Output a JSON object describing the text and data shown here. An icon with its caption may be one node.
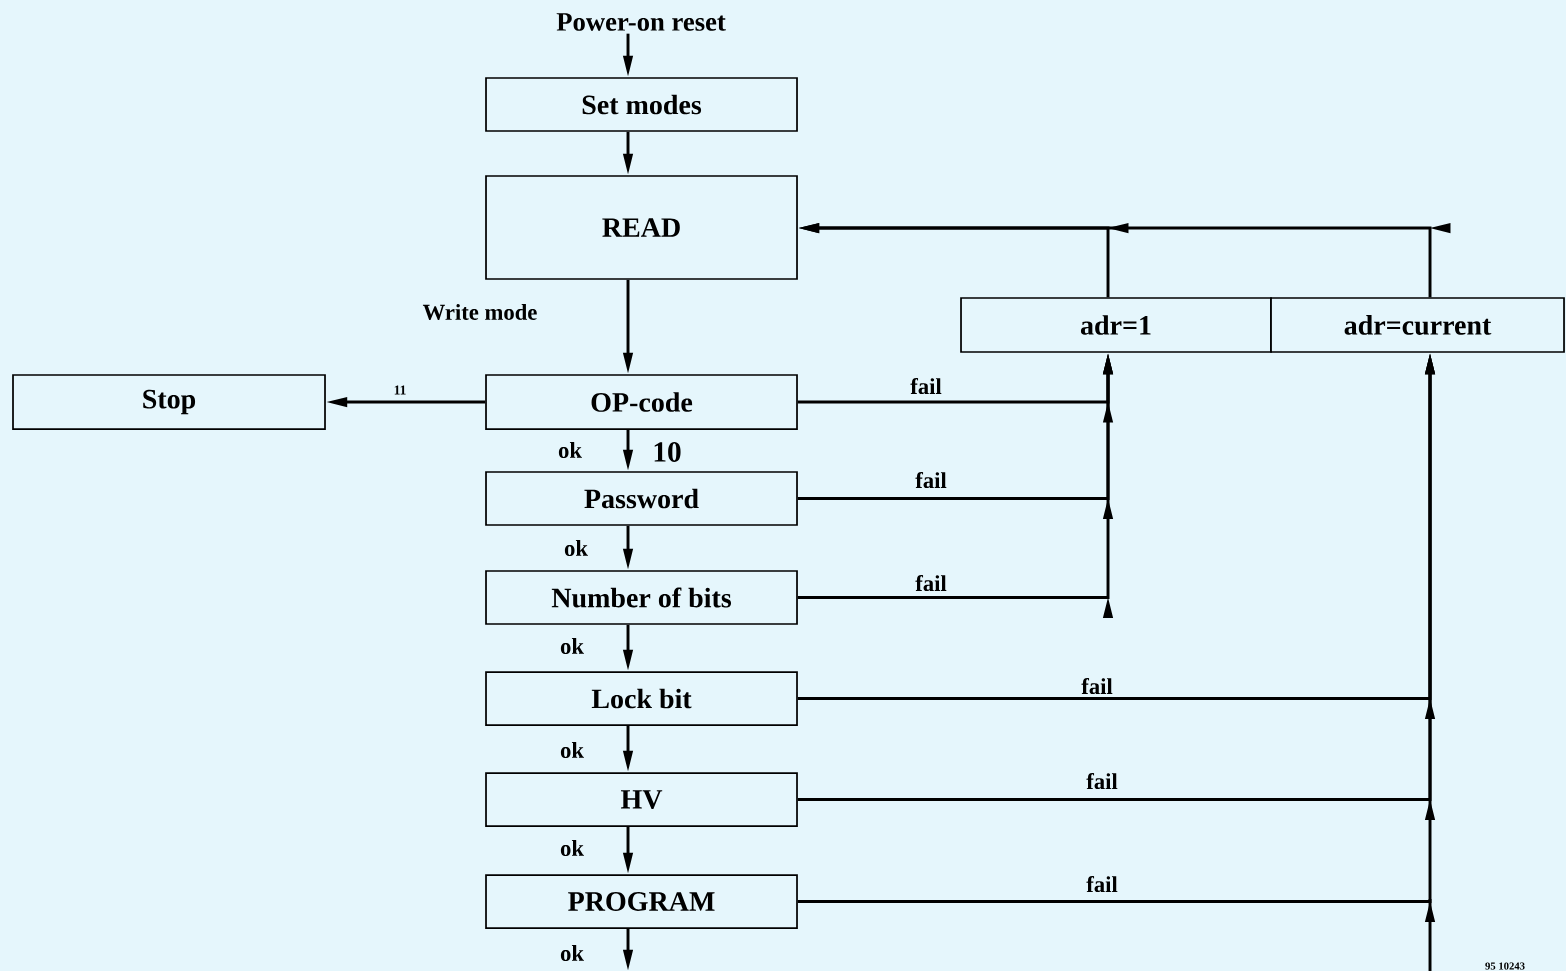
{
  "diagram": {
    "nodes": [
      {
        "text": [
          "Power-on reset"
        ]
      },
      {
        "text": [
          "Set modes"
        ]
      },
      {
        "text": [
          "READ"
        ]
      },
      {
        "text": [
          "OP-code"
        ]
      },
      {
        "text": [
          "Stop"
        ]
      },
      {
        "text": [
          "Password"
        ]
      },
      {
        "text": [
          "Number of bits"
        ]
      },
      {
        "text": [
          "Lock bit"
        ]
      },
      {
        "text": [
          "HV"
        ]
      },
      {
        "text": [
          "PROGRAM"
        ]
      },
      {
        "text": [
          "adr=1"
        ]
      },
      {
        "text": [
          "adr=current"
        ]
      }
    ],
    "edges": [
      {
        "from": 0,
        "to": 1,
        "arrow": "to"
      },
      {
        "from": 1,
        "to": 2,
        "arrow": "to"
      },
      {
        "from": 2,
        "to": 3,
        "arrow": "to",
        "label": "Write mode"
      },
      {
        "from": 3,
        "to": 4,
        "arrow": "to",
        "label": "11"
      },
      {
        "from": 3,
        "to": 5,
        "arrow": "to",
        "label": "ok"
      },
      {
        "from": 5,
        "to": 6,
        "arrow": "to",
        "label": "ok"
      },
      {
        "from": 6,
        "to": 7,
        "arrow": "to",
        "label": "ok"
      },
      {
        "from": 7,
        "to": 8,
        "arrow": "to",
        "label": "ok"
      },
      {
        "from": 8,
        "to": 9,
        "arrow": "to",
        "label": "ok"
      },
      {
        "from": 9,
        "to": null,
        "arrow": "to",
        "label": "ok"
      },
      {
        "from": 3,
        "to": 10,
        "arrow": "to",
        "label": "fail"
      },
      {
        "from": 5,
        "to": 10,
        "arrow": "to",
        "label": "fail"
      },
      {
        "from": 6,
        "to": 10,
        "arrow": "to",
        "label": "fail"
      },
      {
        "from": 7,
        "to": 11,
        "arrow": "to",
        "label": "fail"
      },
      {
        "from": 8,
        "to": 11,
        "arrow": "to",
        "label": "fail"
      },
      {
        "from": 9,
        "to": 11,
        "arrow": "to",
        "label": "fail"
      },
      {
        "from": 10,
        "to": 2,
        "arrow": "to"
      },
      {
        "from": 11,
        "to": 2,
        "arrow": "to"
      }
    ],
    "labels": [
      "10",
      "95 10243"
    ]
  }
}
